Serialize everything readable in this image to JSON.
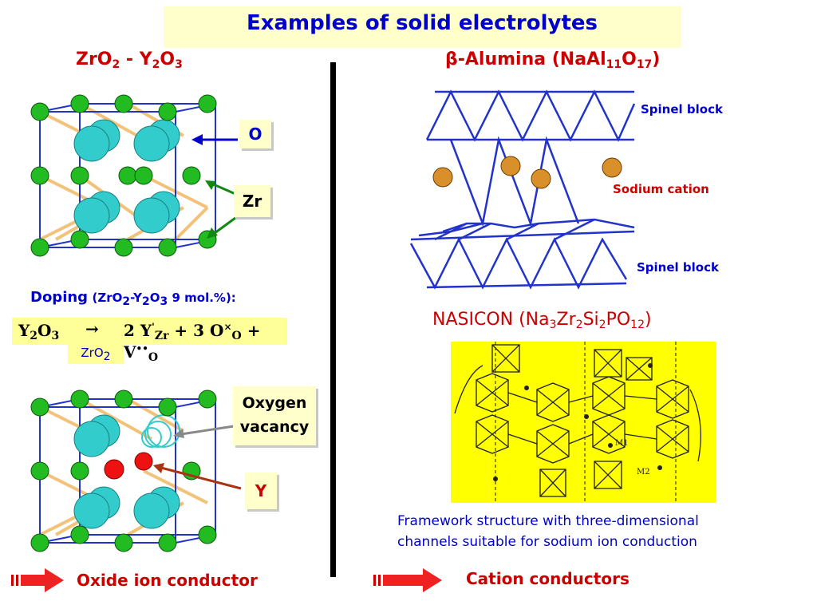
{
  "title": "Examples of solid electrolytes",
  "left": {
    "heading_parts": [
      "ZrO",
      "2",
      " - Y",
      "2",
      "O",
      "3"
    ],
    "label_o": "O",
    "label_zr": "Zr",
    "doping_label": "Doping",
    "doping_detail_parts": [
      "(ZrO",
      "2",
      "-Y",
      "2",
      "O",
      "3",
      " 9 mol.%):"
    ],
    "equation": {
      "lhs_parts": [
        "Y",
        "2",
        "O",
        "3"
      ],
      "arrow": "→",
      "rhs_text": "2 Y",
      "rhs_sub": "Zr",
      "rhs_sup": "'",
      "rhs_plus1": "+ 3 O",
      "rhs_o_sub": "O",
      "rhs_o_sup": "×",
      "rhs_plus2": "+ V",
      "rhs_v_sub": "O",
      "rhs_v_sup": "••"
    },
    "zro2_label_parts": [
      "ZrO",
      "2"
    ],
    "label_oxygen_vacancy_line1": "Oxygen",
    "label_oxygen_vacancy_line2": "vacancy",
    "label_y": "Y",
    "footer": "Oxide ion conductor"
  },
  "right": {
    "heading_parts": [
      "β",
      "-Alumina (NaAl",
      "11",
      "O",
      "17",
      ")"
    ],
    "label_spinel_top": "Spinel block",
    "label_sodium": "Sodium cation",
    "label_spinel_bottom": "Spinel block",
    "nasicon_parts": [
      "NASICON (Na",
      "3",
      "Zr",
      "2",
      "Si",
      "2",
      "PO",
      "12",
      ")"
    ],
    "nasicon_m1": "M1",
    "nasicon_m2": "M2",
    "caption_line1": "Framework structure with three-dimensional",
    "caption_line2": "channels suitable for sodium ion conduction",
    "footer": "Cation conductors"
  },
  "colors": {
    "title_blue": "#0000cc",
    "heading_red": "#cc0000",
    "oxygen_cyan": "#33cccc",
    "zirconium_green": "#22bb22",
    "yttrium_red": "#ee1111",
    "sodium_orange": "#cc8800",
    "highlight_yellow": "#ffff99",
    "nasicon_yellow": "#ffff00"
  }
}
